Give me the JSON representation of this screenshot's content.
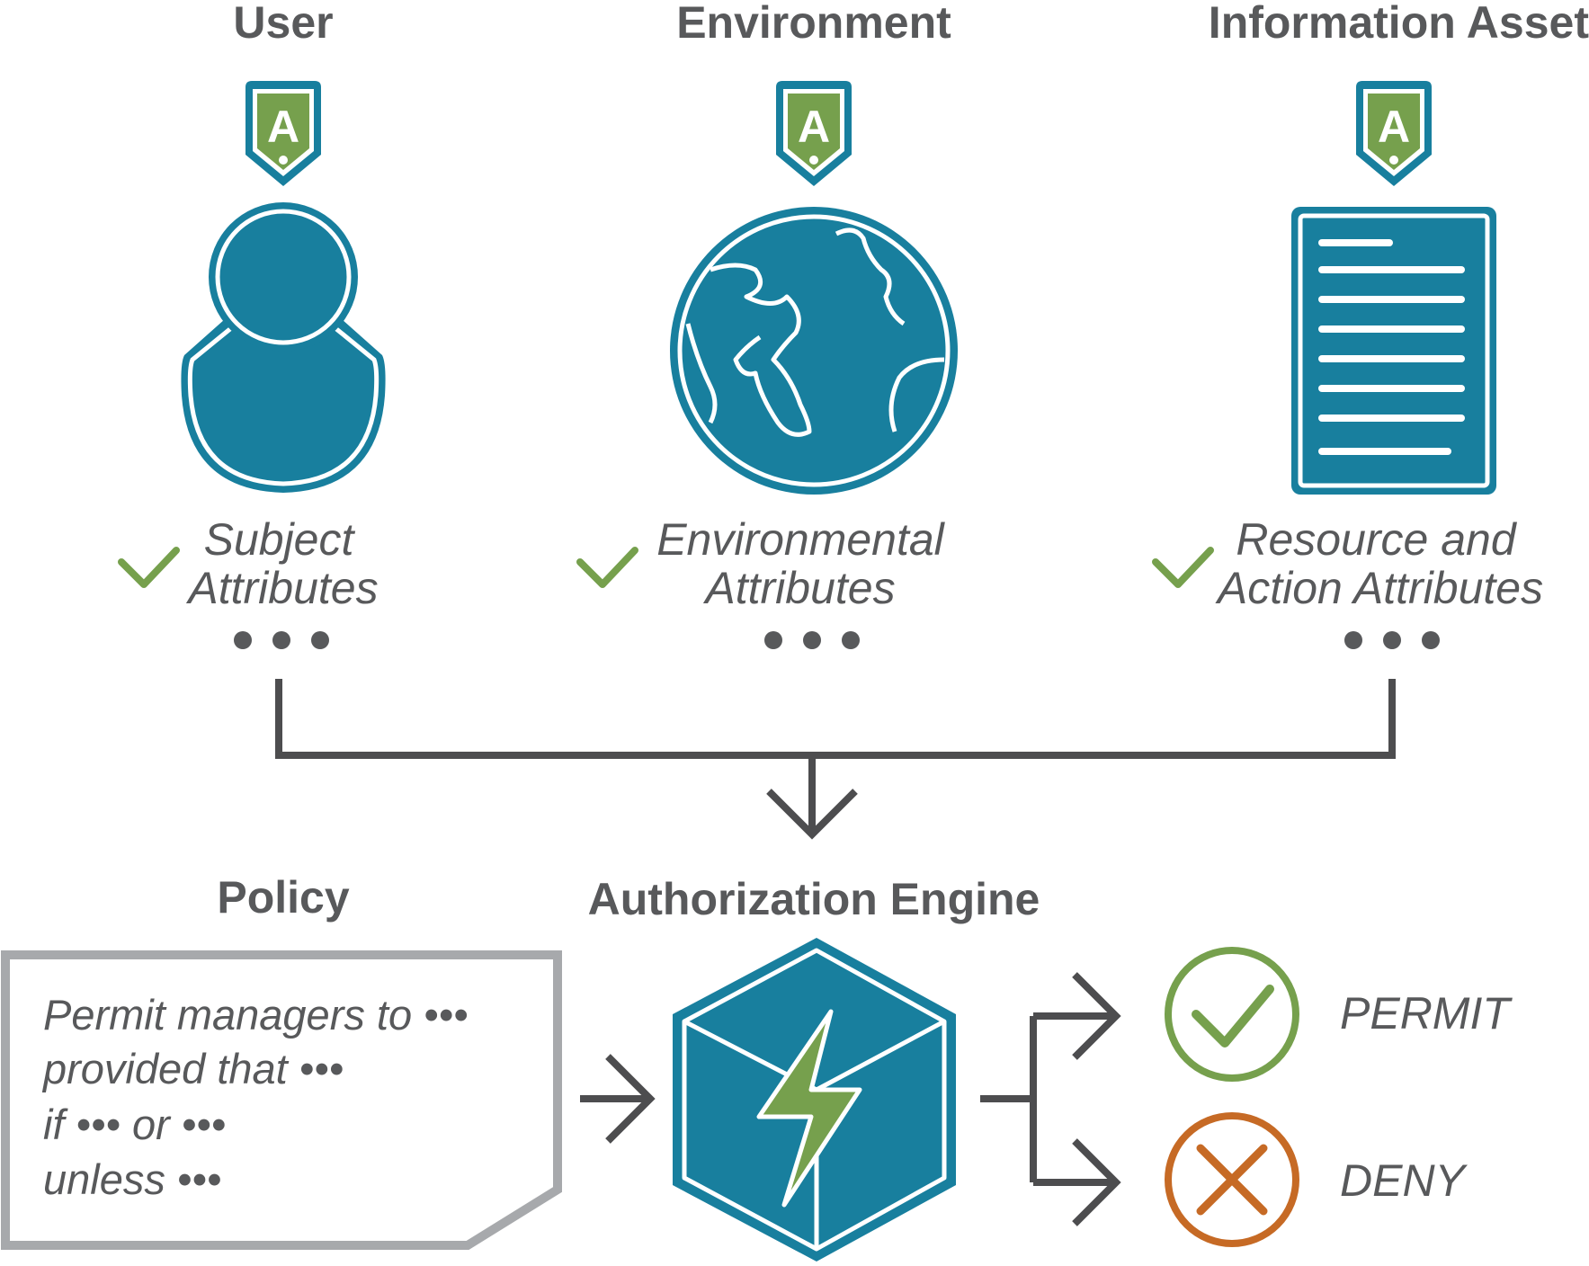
{
  "colors": {
    "teal": "#187f9e",
    "green": "#76a04d",
    "orange": "#c66a25",
    "text_gray": "#58595b",
    "line_gray": "#4d4d4f",
    "box_gray": "#a7a9ac"
  },
  "sources": [
    {
      "heading": "User",
      "badge_letter": "A",
      "icon": "user-icon",
      "attributes_line1": "Subject",
      "attributes_line2": "Attributes"
    },
    {
      "heading": "Environment",
      "badge_letter": "A",
      "icon": "globe-icon",
      "attributes_line1": "Environmental",
      "attributes_line2": "Attributes"
    },
    {
      "heading": "Information Asset",
      "badge_letter": "A",
      "icon": "document-icon",
      "attributes_line1": "Resource and",
      "attributes_line2": "Action Attributes"
    }
  ],
  "policy": {
    "heading": "Policy",
    "lines": [
      "Permit managers to •••",
      "provided that •••",
      "if ••• or •••",
      "unless •••"
    ]
  },
  "engine": {
    "heading": "Authorization Engine",
    "icon": "lightning-cube-icon"
  },
  "outcomes": [
    {
      "label": "PERMIT",
      "icon": "check-circle-icon"
    },
    {
      "label": "DENY",
      "icon": "x-circle-icon"
    }
  ]
}
